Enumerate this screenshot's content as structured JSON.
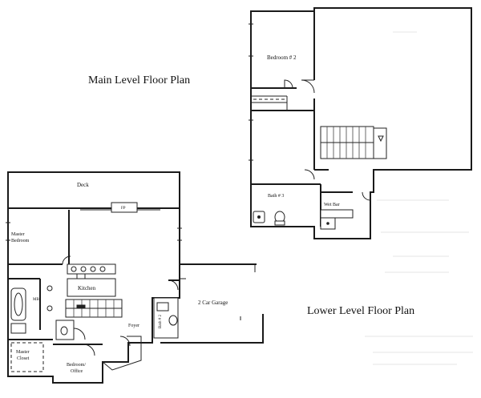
{
  "titles": {
    "main_level": "Main Level Floor Plan",
    "lower_level": "Lower Level Floor Plan"
  },
  "main_level_rooms": {
    "deck": "Deck",
    "fireplace": "FP",
    "master_bedroom_line1": "Master",
    "master_bedroom_line2": "Bedroom",
    "kitchen": "Kitchen",
    "master_bath": "MB",
    "master_closet_line1": "Master",
    "master_closet_line2": "Closet",
    "bedroom_office_line1": "Bedroom/",
    "bedroom_office_line2": "Office",
    "foyer": "Foyer",
    "bath_2": "Bath # 2",
    "garage": "2 Car Garage"
  },
  "lower_level_rooms": {
    "bedroom_2": "Bedroom # 2",
    "bath_3": "Bath # 3",
    "wet_bar": "Wet Bar"
  }
}
